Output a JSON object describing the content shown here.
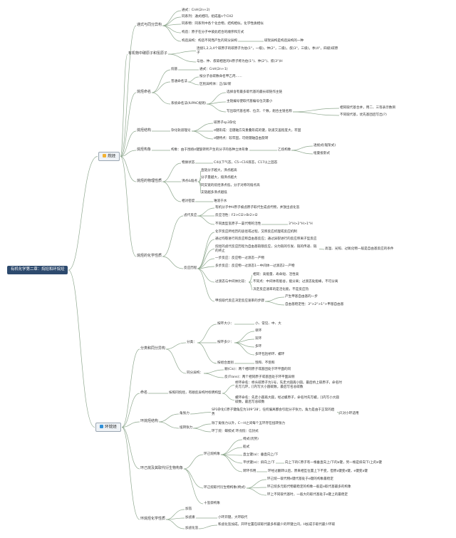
{
  "root": "有机化学第二章：烷烃和环烷烃",
  "alkane": {
    "title": "烷烃",
    "icon": "star-icon",
    "n1": "通式与同分异构",
    "n1_items": [
      "通式：CnH(2n+2)",
      "同系列：通式相同，组成差n个CH2",
      "同系物：同系列中各个化合物，结构相似，化学性质相似",
      "构造：原子在分子中彼此结合的顺序和方式",
      "构造异构：构造不同而产生的同分异构",
      "碳架异构是构造异构的一种"
    ],
    "n2": "有机物中碳原子和氢原子",
    "n2_items": [
      "连接1,2,3,4个碳原子的碳原子为伯(1°，一级)，仲(2°，二级)，叔(3°，三级)，季(4°，四级)碳原子",
      "与伯、仲、叔碳相连的H原子称为伯(1°)、仲(2°)、叔(3°)H"
    ],
    "n3": "烷烃命名",
    "n3_items": [
      "烷基",
      "通式：CnH(2n+1)",
      "普通命名法",
      "按分子总碳数命名甲乙丙……",
      "区别异构体：正/异/新",
      "系统命名法(IUPAC规则)",
      "选择含有最多取代基的最长碳链作主链",
      "主链编号使取代基编号位次最小",
      "写出取代基名称、位次、个数，組合主链名称",
      "相同取代基合并，用二、三等表示数目",
      "不同取代基，优先基团后写出(?)"
    ],
    "n4": "烷烃结构",
    "n4_items": [
      "杂化轨道理论",
      "碳原子sp3杂化",
      "σ键形成：沿键轴方向重叠形成的键，轨道交盖程度大，牢固",
      "σ键特点：较牢固，可绕键轴自由旋转"
    ],
    "n5": "烷烃构象",
    "n5_items": [
      "构象：由于围绕σ键旋转所产生的分子的各种立体形象",
      "乙烷构象",
      "透视式(锯架式)",
      "纽曼投影式"
    ],
    "n6": "烷烃的物理性质",
    "n6_items": [
      "物质状态",
      "C4以下气态，C5~C16液态，C17以上固态",
      "沸点&熔点",
      "直链分子越大，沸点越高",
      "分子量越大，熔沸点越大",
      "同支链的烷烃沸点低，分子对称的熔点高",
      "支链越多沸点越低",
      "相对密度",
      "难溶于水"
    ],
    "n7": "烷烃的化学性质",
    "n7_items": [
      "卤代反应",
      "有机分子中H原子被卤原子取代生成卤代物，并放出卤化氢",
      "反应活性：F2>Cl2>Br2>I2",
      "不同类型氢原子一氯代物的活性",
      "3°H>2°H>1°H",
      "反应历程",
      "化学反应所经历的途径或过程，又称反应机理或反应机制",
      "通过均裂进行的反应称自由基反应；通过异裂进行的反应称离子型反应",
      "烷烃的卤代反应历程为自由基链锁反应，分为链的引发、链的传递、链的终止",
      "高温、光照、过氧化物一般是自由基反应的条件",
      "一步反应：反应物—过渡态—产物",
      "多步反应：反应物—过渡态1—中间体—过渡态2—产物",
      "过渡态与中间体比较：",
      "相同：高能量、寿命短、活性高",
      "不同点：中间体有能谷，能分离；过渡态处能峰，不可分离",
      "决定反应速率的是活化能，不是反应热",
      "甲烷取代反应决定反应速率的步骤",
      "产生甲基自由基的一步",
      "自由基稳定性：3°>2°>1°>甲基自由基"
    ]
  },
  "cycloalkane": {
    "title": "环烷烃",
    "icon": "square-icon",
    "m1": "分类和同分异构",
    "m1_items": [
      "分类：",
      "按环大小：",
      "小、常见、中、大",
      "按环多少：",
      "单环",
      "双环",
      "多环",
      "多环包括桥环、螺环",
      "按组合类别",
      "饱和、不饱和",
      "同分异构：",
      "顺(Cis)：两个相同原子或基团处于环平面的同",
      "反(Trans)：两个相同原子或基团处于环平面异侧"
    ],
    "m2": "命名",
    "m2_items": [
      "按照同烷烃，有顺反异构时标明构型",
      "桥环命名：桥头碳原子为1号，先走大圆再小圆，最后桥上碳原子，命名时先写几环，[]内写大小圆碳数，最后写名总碳数",
      "螺环命名：先走小圆再大圆，经过螺原子，命名时先写螺，[]内写小大圆碳数，最后写总碳数"
    ],
    "m3": "环烷烃结构",
    "m3_items": [
      "角张力",
      "SP3杂化C原子键角应为109°28'，任何偏离都会引起分子张力，角力是由于正常的趋势",
      "只对小环适用",
      "扭转张力",
      "除了角张力以外，C—H之间每个五环存在扭转张力",
      "环丁烷：蝶楔式 环戊烷：信封式"
    ],
    "m4": "环己烷及其取代衍生物构象",
    "m4_items": [
      "环己烷构象",
      "椅式(优势)",
      "船式",
      "直立键(a)：垂直向上/下",
      "平伏键(e)：斜向上/下",
      "向上下的C原子有一根垂直向上/下的a键，另一根是斜向下/上的e键",
      "转环作用",
      "环经过翻转以后，原来相互位置上下不变，但原a键变e键，e键变a键",
      "环己烷取代衍生物构象(椅式)",
      "环己烷一取代物e键代基处于e键的构象最稳定",
      "环己烷多元取代物最稳定的构象一般是e取代基最多的构象",
      "环上不同取代基时，一般大的取代基处于e键上的最稳定",
      "十氢萘构象"
    ],
    "m5": "环烷烃化学性质",
    "m5_items": [
      "加氢",
      "加卤素",
      "小环开键，大环取代",
      "加卤化氢",
      "和卤化氢加成，开环位置在碳取代最多和最少的环键之间，H加成于取代最少环碳"
    ]
  }
}
